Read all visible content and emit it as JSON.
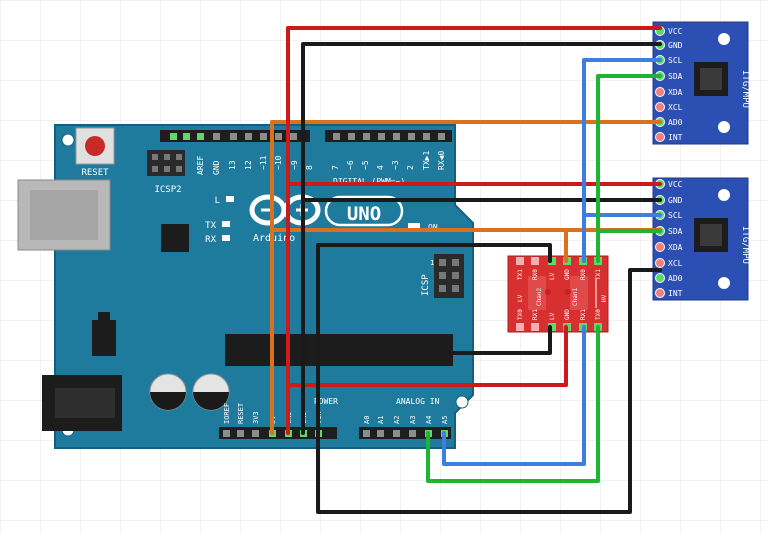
{
  "arduino": {
    "reset_label": "RESET",
    "icsp2_label": "ICSP2",
    "icsp_label": "ICSP",
    "aref_label": "AREF",
    "gnd_label": "GND",
    "top_pins": [
      "13",
      "12",
      "~11",
      "~10",
      "~9",
      "8",
      "7",
      "~6",
      "~5",
      "4",
      "~3",
      "2",
      "TX▶1",
      "RX◀0"
    ],
    "digital_label": "DIGITAL (PWM=~)",
    "l_label": "L",
    "tx_label": "TX",
    "rx_label": "RX",
    "on_label": "ON",
    "uno_label": "UNO",
    "brand_label": "Arduino",
    "power_label": "POWER",
    "analog_label": "ANALOG IN",
    "power_pins": [
      "IOREF",
      "RESET",
      "3V3",
      "5V",
      "GND",
      "GND",
      "VIN"
    ],
    "analog_pins": [
      "A0",
      "A1",
      "A2",
      "A3",
      "A4",
      "A5"
    ]
  },
  "level_shifter": {
    "top_pins": [
      "TX1",
      "RX0",
      "LV",
      "GND",
      "RX0",
      "TX1"
    ],
    "bottom_pins": [
      "TX0",
      "RX1",
      "LV",
      "GND",
      "RX1",
      "TX0"
    ],
    "channel_labels": [
      "Chan1",
      "Chan2"
    ],
    "side_labels": [
      "LV",
      "HV"
    ]
  },
  "mpu_modules": [
    {
      "pins": [
        "VCC",
        "GND",
        "SCL",
        "SDA",
        "XDA",
        "XCL",
        "AD0",
        "INT"
      ],
      "label": "ITG/MPU"
    },
    {
      "pins": [
        "VCC",
        "GND",
        "SCL",
        "SDA",
        "XDA",
        "XCL",
        "AD0",
        "INT"
      ],
      "label": "ITG/MPU"
    }
  ],
  "colors": {
    "board": "#1f7b9e",
    "board_edge": "#145f7c",
    "mpu": "#2b4fb3",
    "shifter": "#d83030",
    "wire_red": "#cc1a1a",
    "wire_black": "#1a1a1a",
    "wire_blue": "#3d7fe0",
    "wire_green": "#1fb532",
    "wire_orange": "#d9711e",
    "pin_green": "#5fd86a",
    "pin_pink": "#f08080"
  }
}
